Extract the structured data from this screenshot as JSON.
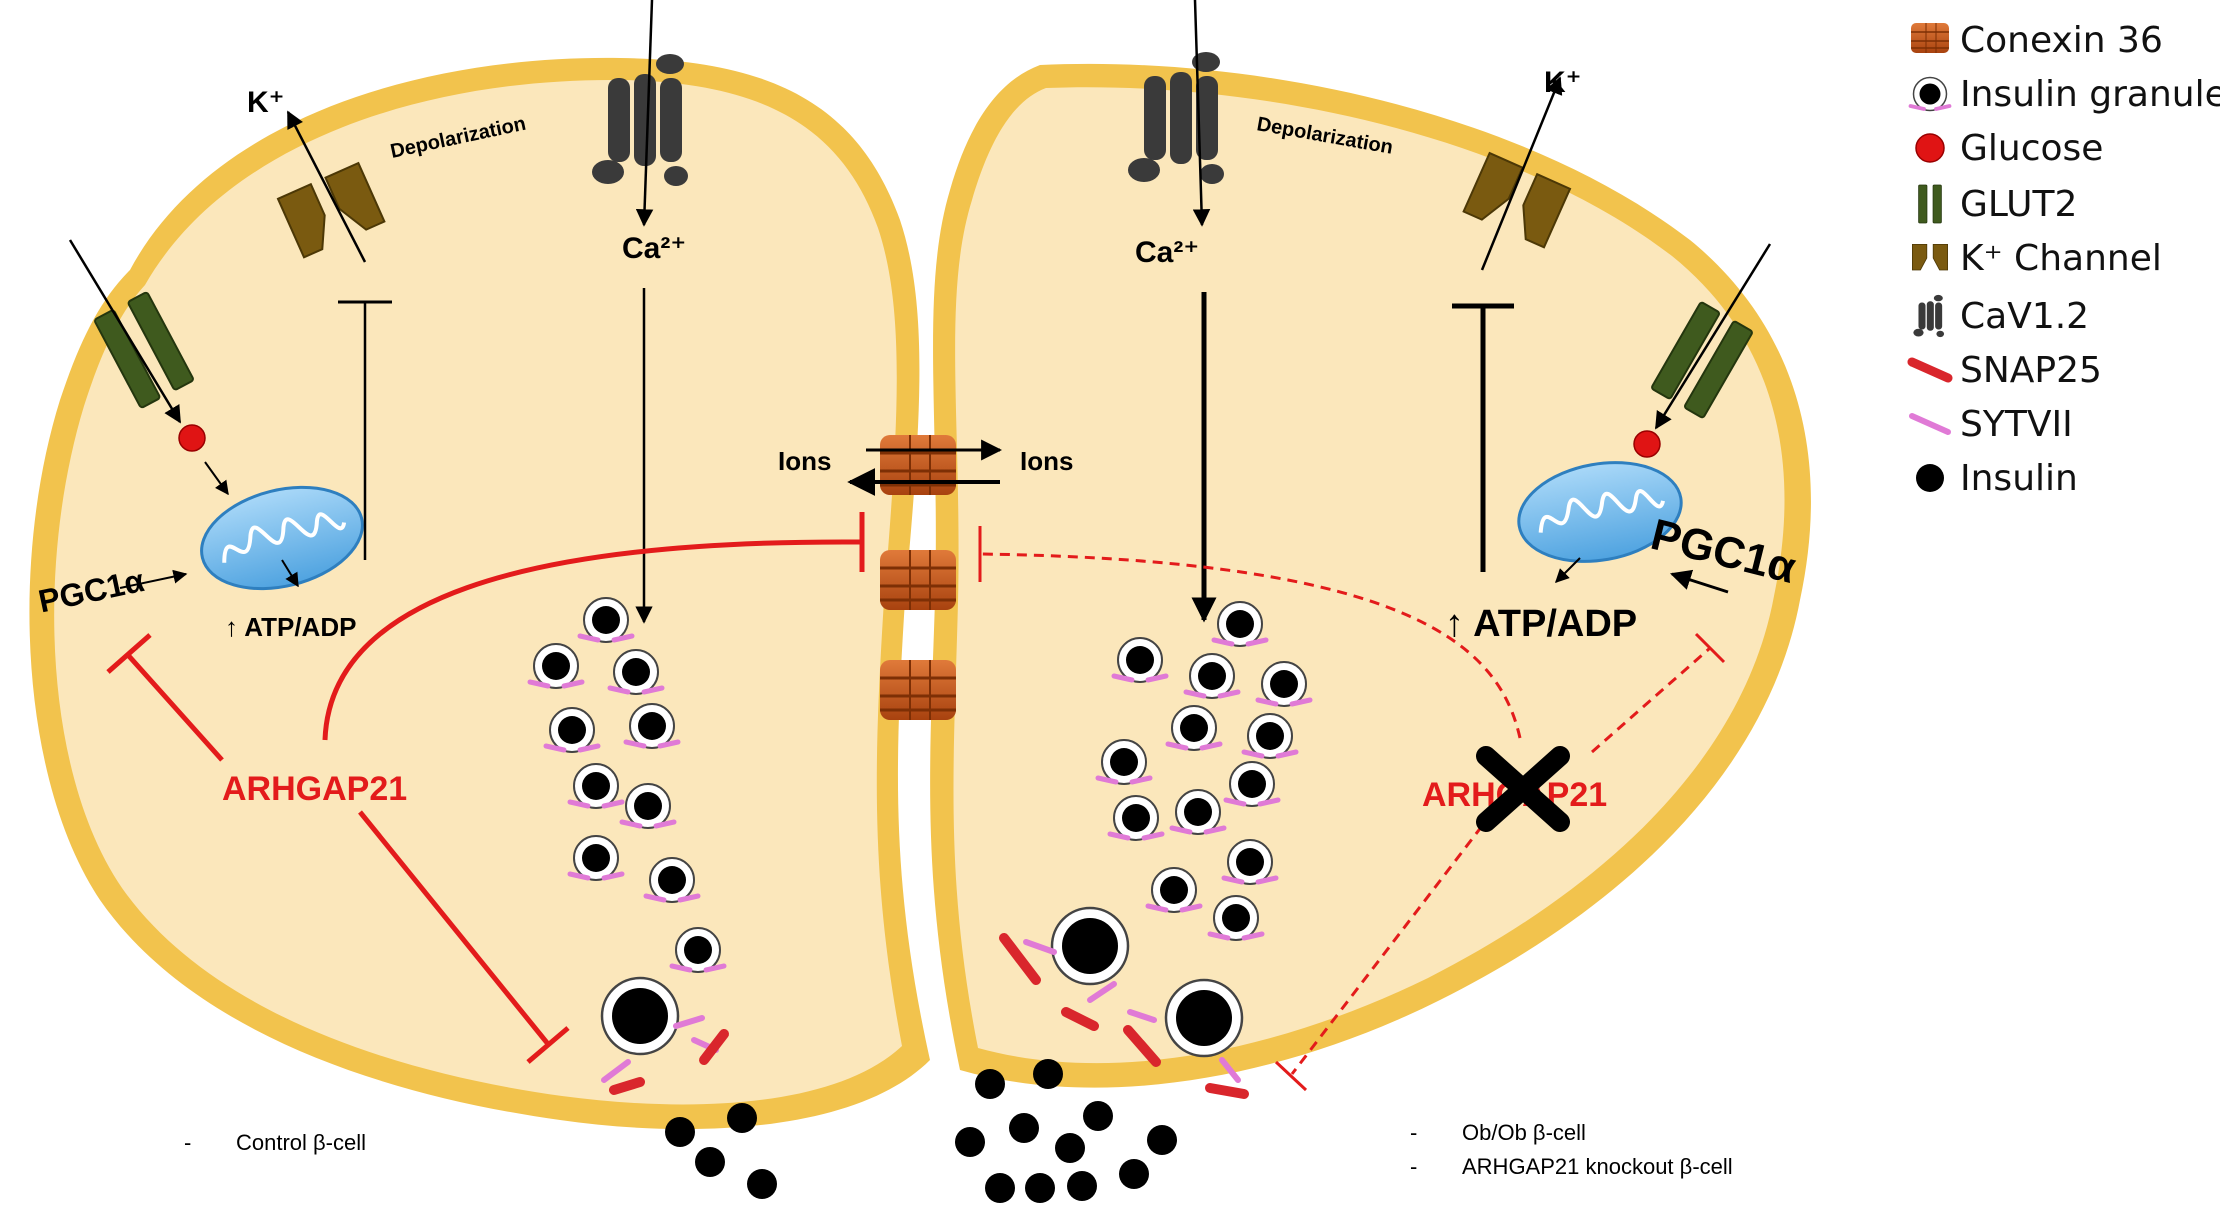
{
  "legend": {
    "items": [
      {
        "label": "Conexin 36",
        "icon": "connexin-icon"
      },
      {
        "label": "Insulin granule",
        "icon": "insulin-granule-icon"
      },
      {
        "label": "Glucose",
        "icon": "glucose-icon"
      },
      {
        "label": "GLUT2",
        "icon": "glut2-icon"
      },
      {
        "label": "K⁺ Channel",
        "icon": "k-channel-icon"
      },
      {
        "label": "CaV1.2",
        "icon": "cav12-icon"
      },
      {
        "label": "SNAP25",
        "icon": "snap25-icon"
      },
      {
        "label": "SYTVII",
        "icon": "sytvii-icon"
      },
      {
        "label": "Insulin",
        "icon": "insulin-icon"
      }
    ]
  },
  "left_cell": {
    "k_label": "K⁺",
    "depolarization": "Depolarization",
    "ca_label": "Ca²⁺",
    "pgc": "PGC1α",
    "atp": "↑ ATP/ADP",
    "arhgap": "ARHGAP21",
    "caption": "Control β-cell"
  },
  "right_cell": {
    "k_label": "K⁺",
    "depolarization": "Depolarization",
    "ca_label": "Ca²⁺",
    "pgc": "PGC1α",
    "atp": "↑ ATP/ADP",
    "arhgap": "ARHGAP21",
    "captions": [
      "Ob/Ob β-cell",
      "ARHGAP21 knockout β-cell"
    ]
  },
  "junction": {
    "ions_left": "Ions",
    "ions_right": "Ions"
  },
  "caption_bullet": "-",
  "colors": {
    "membrane": "#f2c34d",
    "cytoplasm": "#fbe7bb",
    "inhibition": "#e31b1b",
    "glut2": "#3f5a1e",
    "k_channel": "#7a5a10",
    "cav": "#3a3a3a",
    "connexin": "#c8561b",
    "snap25": "#d9262c",
    "sytvii": "#e07ad6",
    "mitochondrion": "#6cb4e8"
  }
}
